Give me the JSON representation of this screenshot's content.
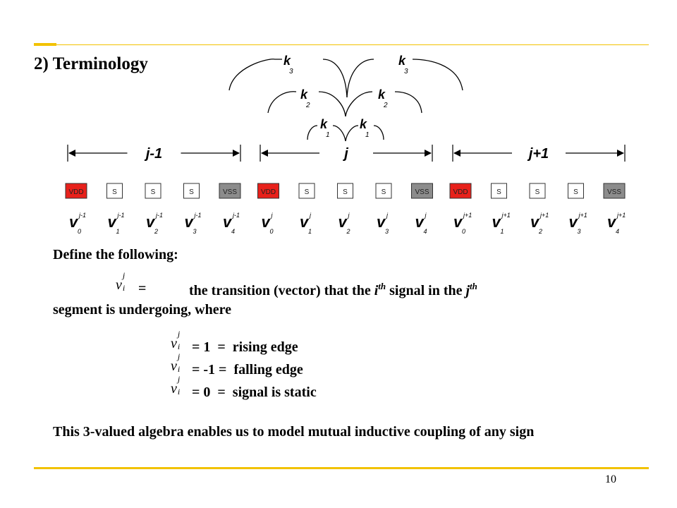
{
  "slide": {
    "title": "2) Terminology",
    "page_number": "10",
    "colors": {
      "accent_rule": "#f2c200",
      "vdd_fill": "#e8211b",
      "vss_fill": "#8c8c8c"
    }
  },
  "diagram": {
    "coupling_labels": [
      {
        "k": "k",
        "sub": "3"
      },
      {
        "k": "k",
        "sub": "3"
      },
      {
        "k": "k",
        "sub": "2"
      },
      {
        "k": "k",
        "sub": "2"
      },
      {
        "k": "k",
        "sub": "1"
      },
      {
        "k": "k",
        "sub": "1"
      }
    ],
    "segments": [
      "j-1",
      "j",
      "j+1"
    ],
    "wires": [
      {
        "label": "VDD",
        "kind": "vdd",
        "v": "v",
        "sup": "j-1",
        "sub": "0"
      },
      {
        "label": "S",
        "kind": "s",
        "v": "v",
        "sup": "j-1",
        "sub": "1"
      },
      {
        "label": "S",
        "kind": "s",
        "v": "v",
        "sup": "j-1",
        "sub": "2"
      },
      {
        "label": "S",
        "kind": "s",
        "v": "v",
        "sup": "j-1",
        "sub": "3"
      },
      {
        "label": "VSS",
        "kind": "vss",
        "v": "v",
        "sup": "j-1",
        "sub": "4"
      },
      {
        "label": "VDD",
        "kind": "vdd",
        "v": "v",
        "sup": "j",
        "sub": "0"
      },
      {
        "label": "S",
        "kind": "s",
        "v": "v",
        "sup": "j",
        "sub": "1"
      },
      {
        "label": "S",
        "kind": "s",
        "v": "v",
        "sup": "j",
        "sub": "2"
      },
      {
        "label": "S",
        "kind": "s",
        "v": "v",
        "sup": "j",
        "sub": "3"
      },
      {
        "label": "VSS",
        "kind": "vss",
        "v": "v",
        "sup": "j",
        "sub": "4"
      },
      {
        "label": "VDD",
        "kind": "vdd",
        "v": "v",
        "sup": "j+1",
        "sub": "0"
      },
      {
        "label": "S",
        "kind": "s",
        "v": "v",
        "sup": "j+1",
        "sub": "1"
      },
      {
        "label": "S",
        "kind": "s",
        "v": "v",
        "sup": "j+1",
        "sub": "2"
      },
      {
        "label": "S",
        "kind": "s",
        "v": "v",
        "sup": "j+1",
        "sub": "3"
      },
      {
        "label": "VSS",
        "kind": "vss",
        "v": "v",
        "sup": "j+1",
        "sub": "4"
      }
    ]
  },
  "body": {
    "define_heading": "Define the following:",
    "symbol": {
      "base": "v",
      "sup": "j",
      "sub": "i"
    },
    "def_eq": "=",
    "def_text_a": "the transition (vector) that the ",
    "def_i": "i",
    "def_th1": "th",
    "def_text_b": " signal in the ",
    "def_j": "j",
    "def_th2": "th",
    "def_line2": "segment is undergoing, where",
    "cases": [
      {
        "text": "= 1  =  rising edge"
      },
      {
        "text": "= -1 =  falling edge"
      },
      {
        "text": "= 0  =  signal is static"
      }
    ],
    "closing": "This 3-valued algebra enables us to model mutual inductive coupling of any sign"
  }
}
